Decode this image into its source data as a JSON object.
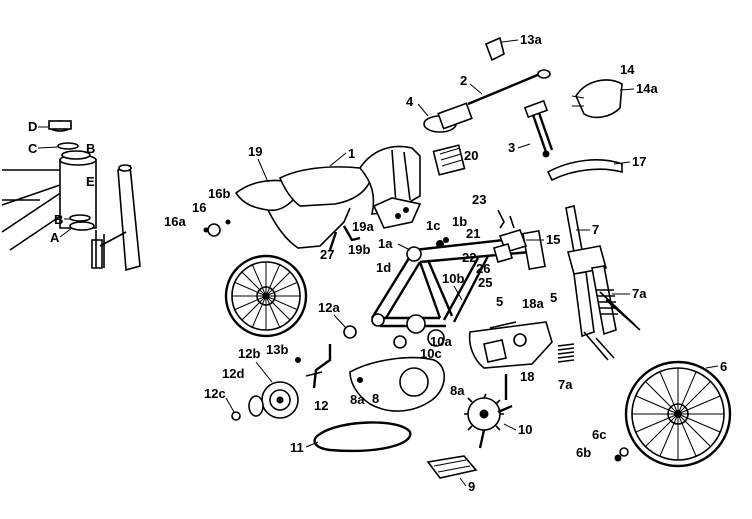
{
  "diagram": {
    "labels": [
      {
        "id": "lbl-1",
        "text": "1"
      },
      {
        "id": "lbl-1a",
        "text": "1a"
      },
      {
        "id": "lbl-1b",
        "text": "1b"
      },
      {
        "id": "lbl-1c",
        "text": "1c"
      },
      {
        "id": "lbl-1d",
        "text": "1d"
      },
      {
        "id": "lbl-2",
        "text": "2"
      },
      {
        "id": "lbl-3",
        "text": "3"
      },
      {
        "id": "lbl-4",
        "text": "4"
      },
      {
        "id": "lbl-5a",
        "text": "5"
      },
      {
        "id": "lbl-5b",
        "text": "5"
      },
      {
        "id": "lbl-6",
        "text": "6"
      },
      {
        "id": "lbl-6b",
        "text": "6b"
      },
      {
        "id": "lbl-6c",
        "text": "6c"
      },
      {
        "id": "lbl-7",
        "text": "7"
      },
      {
        "id": "lbl-7a1",
        "text": "7a"
      },
      {
        "id": "lbl-7a2",
        "text": "7a"
      },
      {
        "id": "lbl-8",
        "text": "8"
      },
      {
        "id": "lbl-8a1",
        "text": "8a"
      },
      {
        "id": "lbl-8a2",
        "text": "8a"
      },
      {
        "id": "lbl-9",
        "text": "9"
      },
      {
        "id": "lbl-10",
        "text": "10"
      },
      {
        "id": "lbl-10a",
        "text": "10a"
      },
      {
        "id": "lbl-10b",
        "text": "10b"
      },
      {
        "id": "lbl-10c",
        "text": "10c"
      },
      {
        "id": "lbl-11",
        "text": "11"
      },
      {
        "id": "lbl-12",
        "text": "12"
      },
      {
        "id": "lbl-12a",
        "text": "12a"
      },
      {
        "id": "lbl-12b",
        "text": "12b"
      },
      {
        "id": "lbl-12c",
        "text": "12c"
      },
      {
        "id": "lbl-12d",
        "text": "12d"
      },
      {
        "id": "lbl-13a",
        "text": "13a"
      },
      {
        "id": "lbl-13b",
        "text": "13b"
      },
      {
        "id": "lbl-14",
        "text": "14"
      },
      {
        "id": "lbl-14a",
        "text": "14a"
      },
      {
        "id": "lbl-15",
        "text": "15"
      },
      {
        "id": "lbl-16",
        "text": "16"
      },
      {
        "id": "lbl-16a",
        "text": "16a"
      },
      {
        "id": "lbl-16b",
        "text": "16b"
      },
      {
        "id": "lbl-17",
        "text": "17"
      },
      {
        "id": "lbl-18",
        "text": "18"
      },
      {
        "id": "lbl-18a",
        "text": "18a"
      },
      {
        "id": "lbl-19",
        "text": "19"
      },
      {
        "id": "lbl-19a",
        "text": "19a"
      },
      {
        "id": "lbl-19b",
        "text": "19b"
      },
      {
        "id": "lbl-20",
        "text": "20"
      },
      {
        "id": "lbl-21",
        "text": "21"
      },
      {
        "id": "lbl-22",
        "text": "22"
      },
      {
        "id": "lbl-23",
        "text": "23"
      },
      {
        "id": "lbl-25",
        "text": "25"
      },
      {
        "id": "lbl-26",
        "text": "26"
      },
      {
        "id": "lbl-27",
        "text": "27"
      },
      {
        "id": "lbl-A",
        "text": "A"
      },
      {
        "id": "lbl-B1",
        "text": "B"
      },
      {
        "id": "lbl-B2",
        "text": "B"
      },
      {
        "id": "lbl-C",
        "text": "C"
      },
      {
        "id": "lbl-D",
        "text": "D"
      },
      {
        "id": "lbl-E",
        "text": "E"
      }
    ]
  }
}
